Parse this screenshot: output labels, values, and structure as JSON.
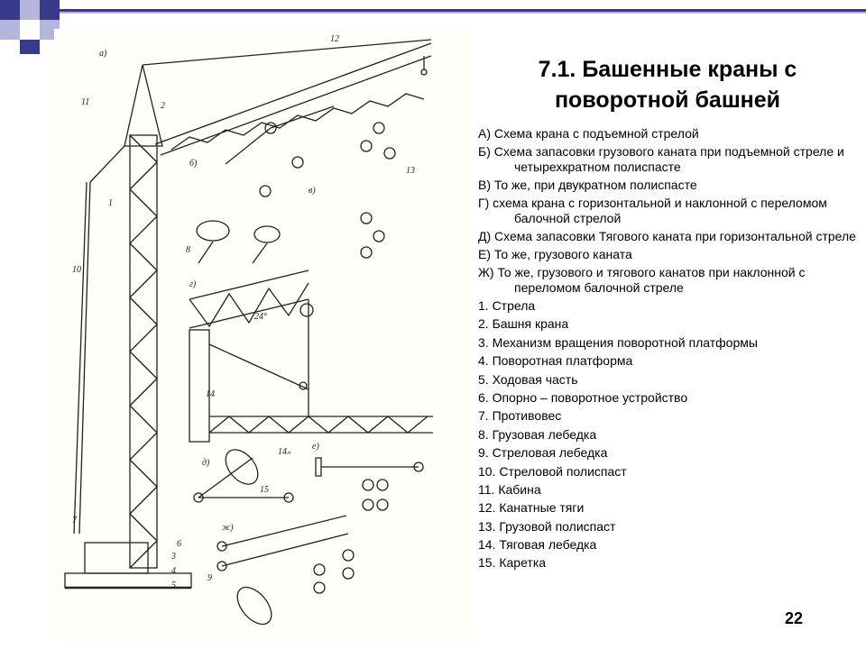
{
  "slide": {
    "title": "7.1. Башенные краны с поворотной башней",
    "page_number": "22",
    "colors": {
      "deco_dark": "#3a3a8c",
      "deco_light": "#b4b4dc",
      "line": "#3a3a8c",
      "drawing": "#222222",
      "paper": "#fffef9"
    }
  },
  "figure": {
    "icon": "tower-crane-drawing",
    "labels": [
      "а)",
      "б)",
      "в)",
      "г)",
      "д)",
      "е)",
      "ж)",
      "1",
      "2",
      "3",
      "4",
      "5",
      "6",
      "7",
      "8",
      "9",
      "10",
      "11",
      "12",
      "13",
      "14",
      "15",
      "24°",
      "14ₙ"
    ]
  },
  "captions": [
    "А) Схема крана с подъемной стрелой",
    "Б) Схема запасовки грузового каната при подъемной стреле и четырехкратном полиспасте",
    "В) То же, при двукратном полиспасте",
    "Г) схема крана с горизонтальной и наклонной с переломом балочной стрелой",
    "Д) Схема запасовки Тягового каната при горизонтальной стреле",
    "Е) То же, грузового каната",
    "Ж) То же, грузового и тягового канатов при наклонной с переломом балочной стреле"
  ],
  "parts": [
    "1. Стрела",
    "2. Башня крана",
    "3. Механизм вращения поворотной платформы",
    "4. Поворотная платформа",
    "5. Ходовая часть",
    "6. Опорно – поворотное устройство",
    "7. Противовес",
    "8. Грузовая лебедка",
    "9. Стреловая лебедка",
    "10. Стреловой полиспаст",
    "11. Кабина",
    "12. Канатные тяги",
    "13. Грузовой полиспаст",
    "14. Тяговая лебедка",
    "15. Каретка"
  ]
}
